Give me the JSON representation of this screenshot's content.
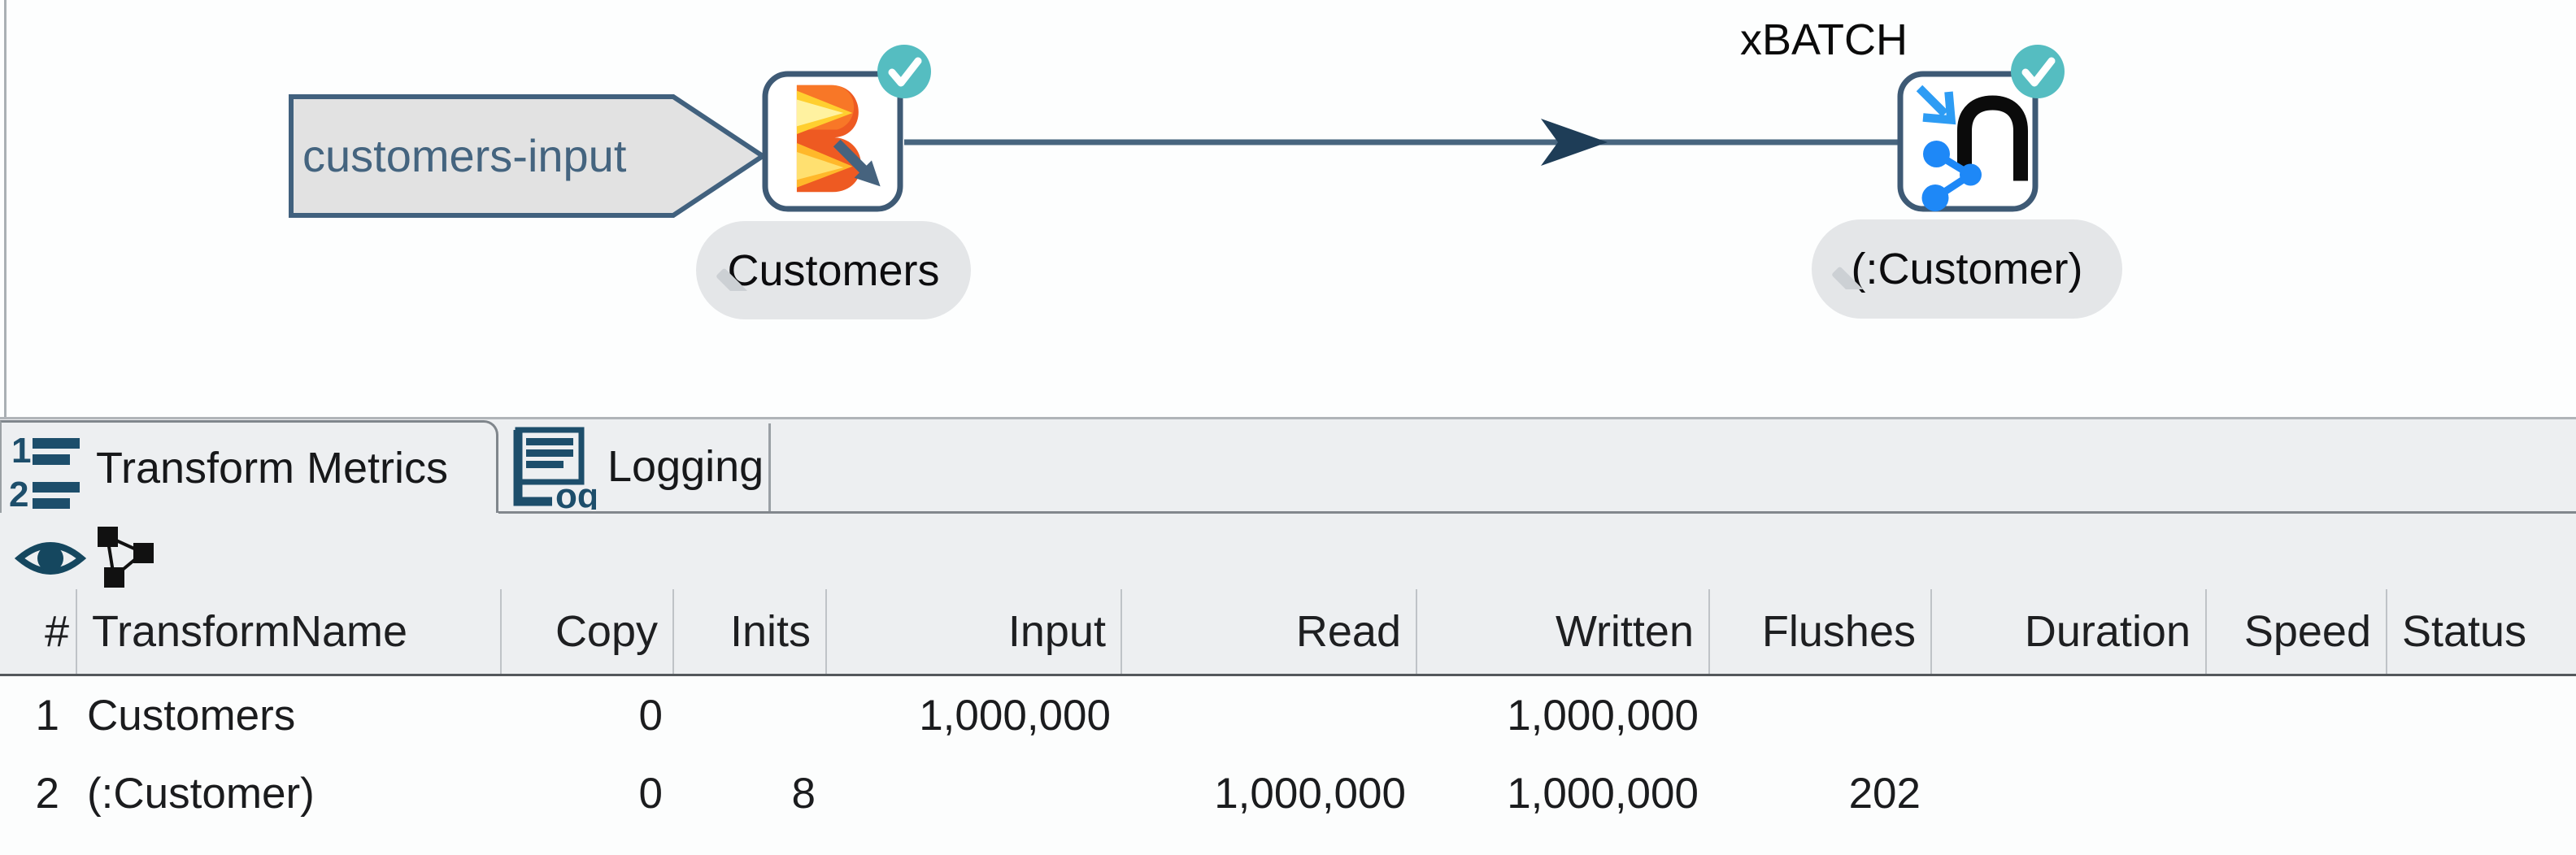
{
  "canvas": {
    "input_label": "customers-input",
    "nodes": [
      {
        "name": "Customers",
        "type_icon": "apache-beam-input-icon",
        "status": "success"
      },
      {
        "name": "(:Customer)",
        "type_icon": "neo4j-graph-output-icon",
        "status": "success",
        "annotation": "xBATCH"
      }
    ],
    "hop": {
      "from": "Customers",
      "to": "(:Customer)"
    }
  },
  "tabs": {
    "metrics": "Transform Metrics",
    "logging": "Logging"
  },
  "icons": {
    "metrics_digit1": "1",
    "metrics_digit2": "2",
    "log_suffix": "og"
  },
  "table": {
    "headers": [
      "#",
      "TransformName",
      "Copy",
      "Inits",
      "Input",
      "Read",
      "Written",
      "Flushes",
      "Duration",
      "Speed",
      "Status"
    ],
    "rows": [
      [
        "1",
        "Customers",
        "0",
        "",
        "1,000,000",
        "",
        "1,000,000",
        "",
        "",
        "",
        ""
      ],
      [
        "2",
        "(:Customer)",
        "0",
        "8",
        "",
        "1,000,000",
        "1,000,000",
        "202",
        "",
        "",
        ""
      ]
    ]
  },
  "colors": {
    "node_border": "#3e5a75",
    "hop_line": "#48657f",
    "hop_arrowhead": "#1e3d57",
    "success_badge": "#55bdc1",
    "tab_icon_navy": "#1d4e6b",
    "beam_orange": "#ee5a22",
    "beam_yellow": "#ffcf2f",
    "neo4j_blue": "#1e88f7",
    "panel_bg": "#edeff1",
    "pill_bg": "#e4e6e8",
    "hop_label_text": "#44647f"
  }
}
